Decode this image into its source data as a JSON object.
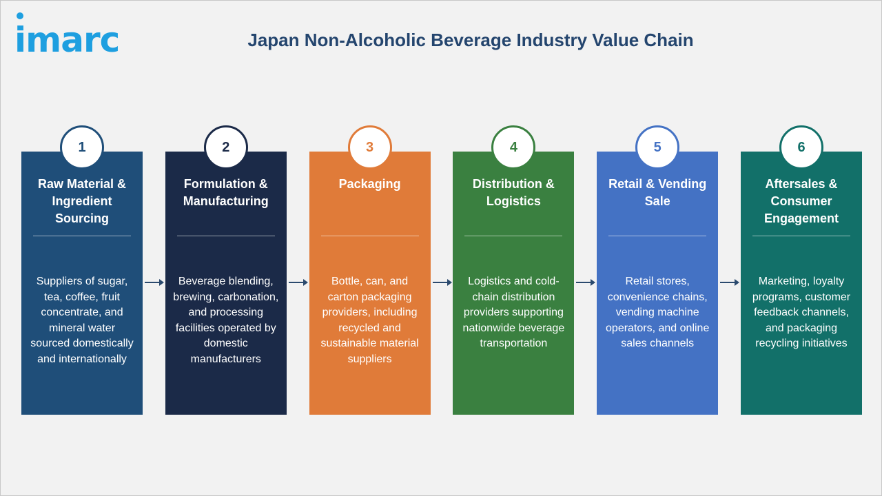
{
  "logo": {
    "text": "imarc"
  },
  "title": "Japan Non-Alcoholic Beverage Industry Value Chain",
  "colors": {
    "title": "#24456e",
    "arrow": "#2b4a6e",
    "logo": "#1e9fe0"
  },
  "steps": [
    {
      "number": "1",
      "heading": "Raw Material & Ingredient Sourcing",
      "description": "Suppliers of sugar, tea, coffee, fruit concentrate, and mineral water sourced domestically and internationally",
      "color": "#1f4e79",
      "ring": "#1f4e79"
    },
    {
      "number": "2",
      "heading": "Formulation & Manufacturing",
      "description": "Beverage blending, brewing, carbonation, and processing facilities operated by domestic manufacturers",
      "color": "#1b2a48",
      "ring": "#1b2a48"
    },
    {
      "number": "3",
      "heading": "Packaging",
      "description": "Bottle, can, and carton packaging providers, including recycled and sustainable material suppliers",
      "color": "#e07b39",
      "ring": "#e07b39"
    },
    {
      "number": "4",
      "heading": "Distribution & Logistics",
      "description": "Logistics and cold-chain distribution providers supporting nationwide beverage transportation",
      "color": "#3a8040",
      "ring": "#3a8040"
    },
    {
      "number": "5",
      "heading": "Retail & Vending Sale",
      "description": "Retail stores, convenience chains, vending machine operators, and online sales channels",
      "color": "#4472c4",
      "ring": "#4472c4"
    },
    {
      "number": "6",
      "heading": "Aftersales & Consumer Engagement",
      "description": "Marketing, loyalty programs, customer feedback channels, and packaging recycling initiatives",
      "color": "#127069",
      "ring": "#127069"
    }
  ]
}
